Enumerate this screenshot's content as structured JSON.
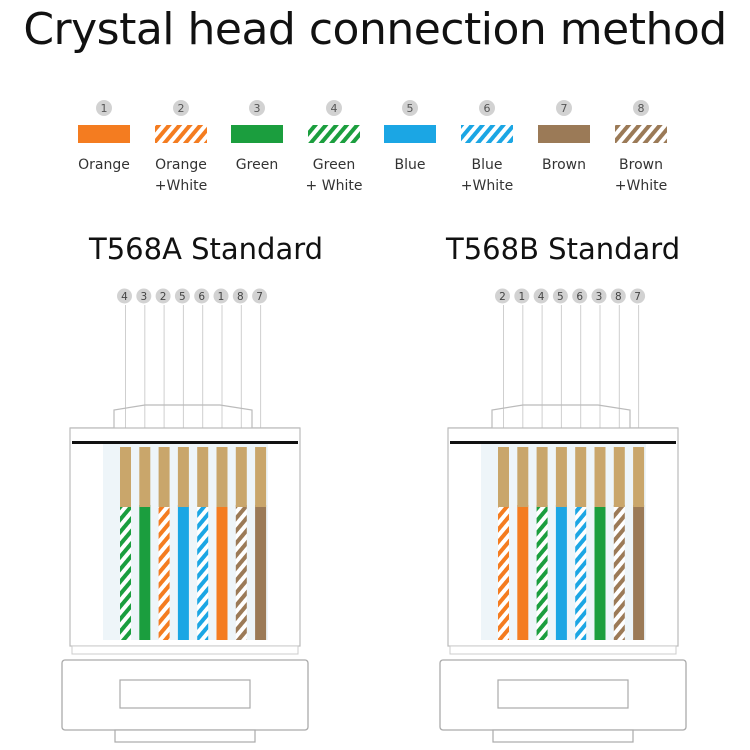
{
  "title": "Crystal head connection method",
  "colors": {
    "orange": "#f47c20",
    "green": "#1b9e3e",
    "blue": "#1ba6e4",
    "brown": "#9b7a57",
    "gold": "#c9a66b",
    "badge": "#d2d2d2"
  },
  "legend": [
    {
      "num": "1",
      "line1": "Orange",
      "line2": "",
      "color": "orange",
      "striped": false
    },
    {
      "num": "2",
      "line1": "Orange",
      "line2": "+White",
      "color": "orange",
      "striped": true
    },
    {
      "num": "3",
      "line1": "Green",
      "line2": "",
      "color": "green",
      "striped": false
    },
    {
      "num": "4",
      "line1": "Green",
      "line2": "+ White",
      "color": "green",
      "striped": true
    },
    {
      "num": "5",
      "line1": "Blue",
      "line2": "",
      "color": "blue",
      "striped": false
    },
    {
      "num": "6",
      "line1": "Blue",
      "line2": "+White",
      "color": "blue",
      "striped": true
    },
    {
      "num": "7",
      "line1": "Brown",
      "line2": "",
      "color": "brown",
      "striped": false
    },
    {
      "num": "8",
      "line1": "Brown",
      "line2": "+White",
      "color": "brown",
      "striped": true
    }
  ],
  "standards": [
    {
      "title": "T568A Standard",
      "order": [
        "4",
        "3",
        "2",
        "5",
        "6",
        "1",
        "8",
        "7"
      ]
    },
    {
      "title": "T568B Standard",
      "order": [
        "2",
        "1",
        "4",
        "5",
        "6",
        "3",
        "8",
        "7"
      ]
    }
  ]
}
